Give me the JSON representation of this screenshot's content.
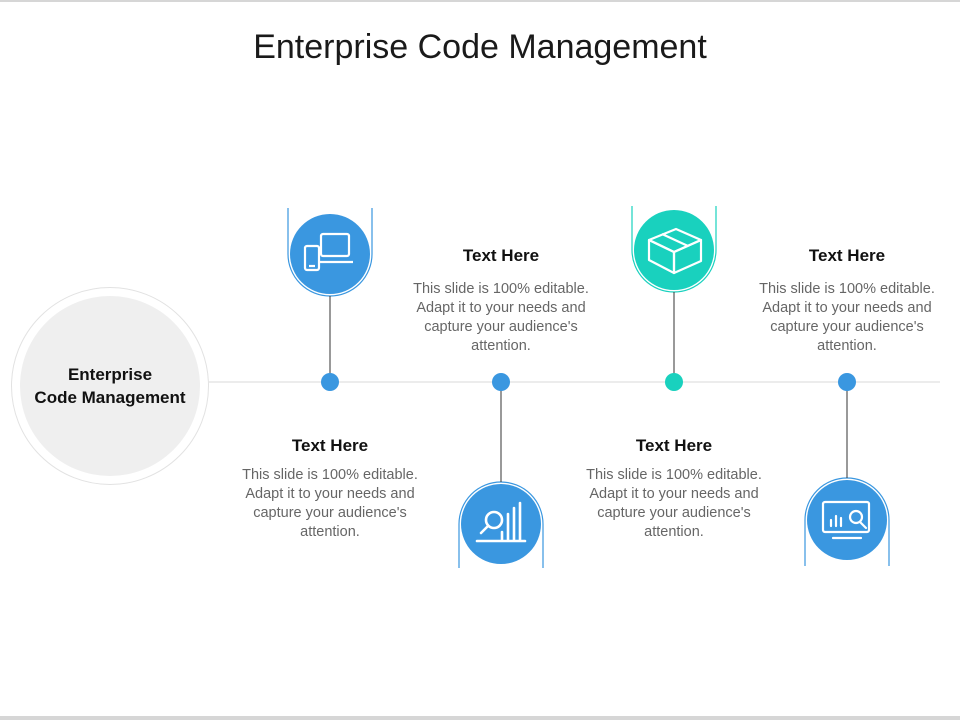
{
  "slide": {
    "title": "Enterprise Code Management",
    "hub_label": "Enterprise\nCode Management"
  },
  "colors": {
    "blue": "#3a97e0",
    "teal": "#19d1be",
    "line": "#e6e6e6"
  },
  "steps": [
    {
      "heading": "Text Here",
      "body": "This slide is 100% editable. Adapt it to your needs and capture your audience's attention.",
      "icon": "devices-icon",
      "color": "blue"
    },
    {
      "heading": "Text Here",
      "body": "This slide is 100% editable. Adapt it to your needs and capture your audience's attention.",
      "icon": "analytics-search-icon",
      "color": "blue"
    },
    {
      "heading": "Text Here",
      "body": "This slide is 100% editable. Adapt it to your needs and capture your audience's attention.",
      "icon": "package-box-icon",
      "color": "teal"
    },
    {
      "heading": "Text Here",
      "body": "This slide is 100% editable. Adapt it to your needs and capture your audience's attention.",
      "icon": "monitor-analytics-icon",
      "color": "blue"
    }
  ]
}
